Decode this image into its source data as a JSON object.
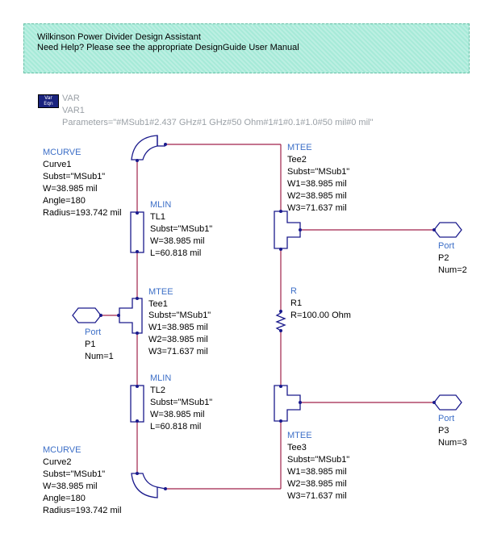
{
  "banner": {
    "title": "Wilkinson Power Divider Design Assistant",
    "help": "Need Help?  Please see the appropriate DesignGuide User Manual"
  },
  "var": {
    "icon_text_1": "Var",
    "icon_text_2": "Eqn",
    "type": "VAR",
    "name": "VAR1",
    "params": "Parameters=\"#MSub1#2.437 GHz#1 GHz#50 Ohm#1#1#0.1#1.0#50 mil#0 mil\""
  },
  "curve1": {
    "type": "MCURVE",
    "name": "Curve1",
    "subst": "Subst=\"MSub1\"",
    "w": "W=38.985 mil",
    "angle": "Angle=180",
    "radius": "Radius=193.742 mil"
  },
  "tl1": {
    "type": "MLIN",
    "name": "TL1",
    "subst": "Subst=\"MSub1\"",
    "w": "W=38.985 mil",
    "l": "L=60.818 mil"
  },
  "tee1": {
    "type": "MTEE",
    "name": "Tee1",
    "subst": "Subst=\"MSub1\"",
    "w1": "W1=38.985 mil",
    "w2": "W2=38.985 mil",
    "w3": "W3=71.637 mil"
  },
  "port1": {
    "type": "Port",
    "name": "P1",
    "num": "Num=1"
  },
  "tl2": {
    "type": "MLIN",
    "name": "TL2",
    "subst": "Subst=\"MSub1\"",
    "w": "W=38.985 mil",
    "l": "L=60.818 mil"
  },
  "curve2": {
    "type": "MCURVE",
    "name": "Curve2",
    "subst": "Subst=\"MSub1\"",
    "w": "W=38.985 mil",
    "angle": "Angle=180",
    "radius": "Radius=193.742 mil"
  },
  "tee2": {
    "type": "MTEE",
    "name": "Tee2",
    "subst": "Subst=\"MSub1\"",
    "w1": "W1=38.985 mil",
    "w2": "W2=38.985 mil",
    "w3": "W3=71.637 mil"
  },
  "port2": {
    "type": "Port",
    "name": "P2",
    "num": "Num=2"
  },
  "r1": {
    "type": "R",
    "name": "R1",
    "value": "R=100.00 Ohm"
  },
  "tee3": {
    "type": "MTEE",
    "name": "Tee3",
    "subst": "Subst=\"MSub1\"",
    "w1": "W1=38.985 mil",
    "w2": "W2=38.985 mil",
    "w3": "W3=71.637 mil"
  },
  "port3": {
    "type": "Port",
    "name": "P3",
    "num": "Num=3"
  },
  "colors": {
    "wire": "#a0224a",
    "label": "#3d6fc7",
    "banner": "#a6ead8",
    "param": "#9aa0a6"
  }
}
